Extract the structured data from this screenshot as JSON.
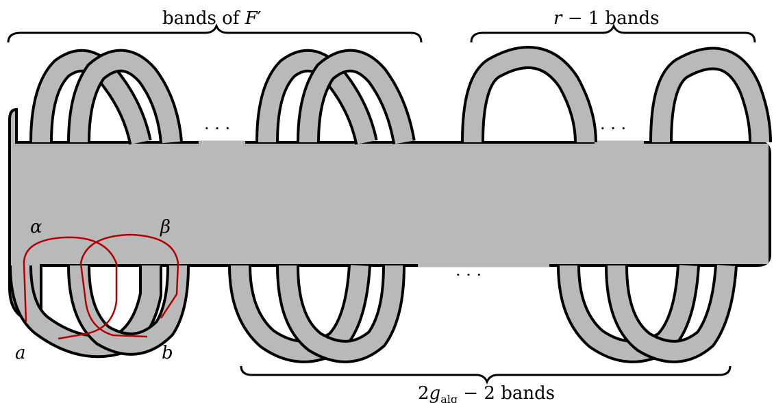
{
  "labels": {
    "bands_of_F_prime": {
      "text": "bands of ",
      "symbol": "F",
      "prime": "′"
    },
    "r_minus_1_bands": {
      "var": "r",
      "rest": " − 1 bands"
    },
    "two_g_alg_minus_2_bands": {
      "coef": "2",
      "var": "g",
      "subscript": "alg",
      "rest": " − 2 bands"
    },
    "alpha": "α",
    "beta": "β",
    "a": "a",
    "b": "b",
    "ellipsis": "· · ·"
  },
  "colors": {
    "surface_fill": "#b9b9b9",
    "surface_edge_light": "#8f8f8f",
    "outline": "#000000",
    "curve": "#b00000"
  }
}
